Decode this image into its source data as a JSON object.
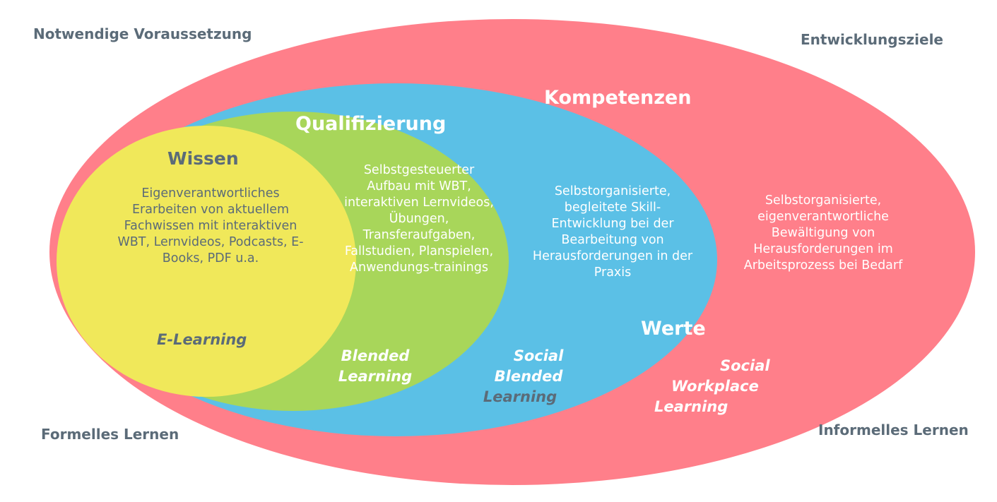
{
  "colors": {
    "outer": "#ff7f8a",
    "middle": "#5bc0e6",
    "inner": "#a8d65a",
    "core": "#f0e85a",
    "label_dark": "#5b6b78",
    "label_light": "#ffffff"
  },
  "corners": {
    "top_left": "Notwendige Voraussetzung",
    "top_right": "Entwicklungsziele",
    "bottom_left": "Formelles Lernen",
    "bottom_right": "Informelles Lernen"
  },
  "wissen": {
    "title": "Wissen",
    "description": "Eigenverantwortliches Erarbeiten von aktuellem Fachwissen mit interaktiven WBT, Lernvideos, Podcasts, E-Books, PDF u.a.",
    "method": "E-Learning"
  },
  "qualifizierung": {
    "title": "Qualifizierung",
    "description": "Selbstgesteuerter Aufbau mit WBT, interaktiven Lernvideos, Übungen, Transferaufgaben, Fallstudien, Planspielen, Anwendungs-trainings",
    "method_line1": "Blended",
    "method_line2": "Learning"
  },
  "kompetenzen": {
    "title": "Kompetenzen",
    "description": "Selbstorganisierte, begleitete Skill-Entwicklung bei der Bearbeitung von Herausforderungen in der Praxis",
    "method_line1": "Social",
    "method_line2": "Blended",
    "method_line3": "Learning"
  },
  "werte": {
    "title": "Werte",
    "description": "Selbstorganisierte, eigenverantwortliche Bewältigung von Herausforderungen im Arbeitsprozess bei Bedarf",
    "method_line1": "Social",
    "method_line2": "Workplace",
    "method_line3": "Learning"
  }
}
